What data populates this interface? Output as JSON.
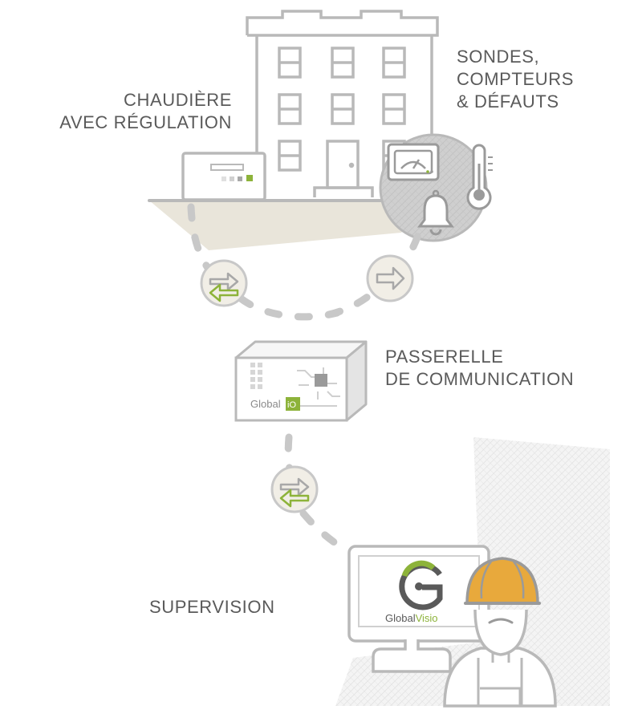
{
  "labels": {
    "chaudiere": [
      "CHAUDIÈRE",
      "AVEC RÉGULATION"
    ],
    "sondes": [
      "SONDES,",
      "COMPTEURS",
      "& DÉFAUTS"
    ],
    "passerelle": [
      "PASSERELLE",
      "DE COMMUNICATION"
    ],
    "supervision": "SUPERVISION"
  },
  "brands": {
    "gateway_logo": "Global iO",
    "gateway_logo_word": "Global",
    "gateway_logo_suffix": "iO",
    "monitor_logo": "GlobalVisio",
    "monitor_logo_word": "Global",
    "monitor_logo_suffix": "Visio"
  },
  "icons": [
    "building-icon",
    "boiler-icon",
    "gauge-icon",
    "thermometer-icon",
    "alarm-bell-icon",
    "bidirectional-arrows-icon",
    "forward-arrow-icon",
    "gateway-box-icon",
    "monitor-icon",
    "technician-icon",
    "hard-hat-icon"
  ],
  "colors": {
    "line": "#c8c8c8",
    "stroke": "#b9b9b9",
    "accent_green": "#8db33a",
    "hat_orange": "#e8a93c",
    "text": "#5a5a5a",
    "circle_fill": "#f1eee6",
    "floor_fill": "#e9e5da"
  }
}
